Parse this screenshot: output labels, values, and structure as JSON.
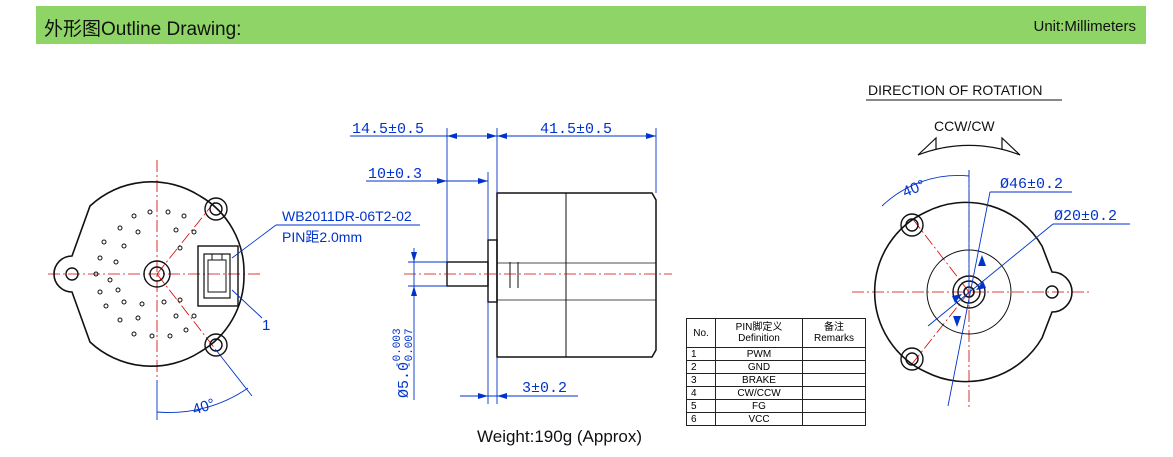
{
  "header": {
    "title": "外形图Outline Drawing:",
    "unit": "Unit:Millimeters"
  },
  "left_view": {
    "connector": "WB2011DR-06T2-02",
    "pin_pitch": "PIN距2.0mm",
    "pin_marker": "1",
    "angle": "40°"
  },
  "side_view": {
    "dim_total_left": "14.5±0.5",
    "dim_body": "41.5±0.5",
    "dim_shaft": "10±0.3",
    "dim_shaft_dia": "Ø5.0",
    "dim_shaft_tol_upper": "-0.003",
    "dim_shaft_tol_lower": "-0.007",
    "dim_flange": "3±0.2"
  },
  "right_view": {
    "rotation_title": "DIRECTION OF ROTATION",
    "rotation_dir": "CCW/CW",
    "angle": "40°",
    "dim_outer": "Ø46±0.2",
    "dim_inner": "Ø20±0.2"
  },
  "pin_table": {
    "headers": {
      "no": "No.",
      "def_cn": "PIN脚定义",
      "def_en": "Definition",
      "rem_cn": "备注",
      "rem_en": "Remarks"
    },
    "rows": [
      {
        "no": "1",
        "def": "PWM",
        "rem": ""
      },
      {
        "no": "2",
        "def": "GND",
        "rem": ""
      },
      {
        "no": "3",
        "def": "BRAKE",
        "rem": ""
      },
      {
        "no": "4",
        "def": "CW/CCW",
        "rem": ""
      },
      {
        "no": "5",
        "def": "FG",
        "rem": ""
      },
      {
        "no": "6",
        "def": "VCC",
        "rem": ""
      }
    ]
  },
  "weight": "Weight:190g (Approx)",
  "colors": {
    "header_bg": "#8fd466",
    "dimension": "#0033cc",
    "centerline": "#d40000",
    "outline": "#111111"
  }
}
